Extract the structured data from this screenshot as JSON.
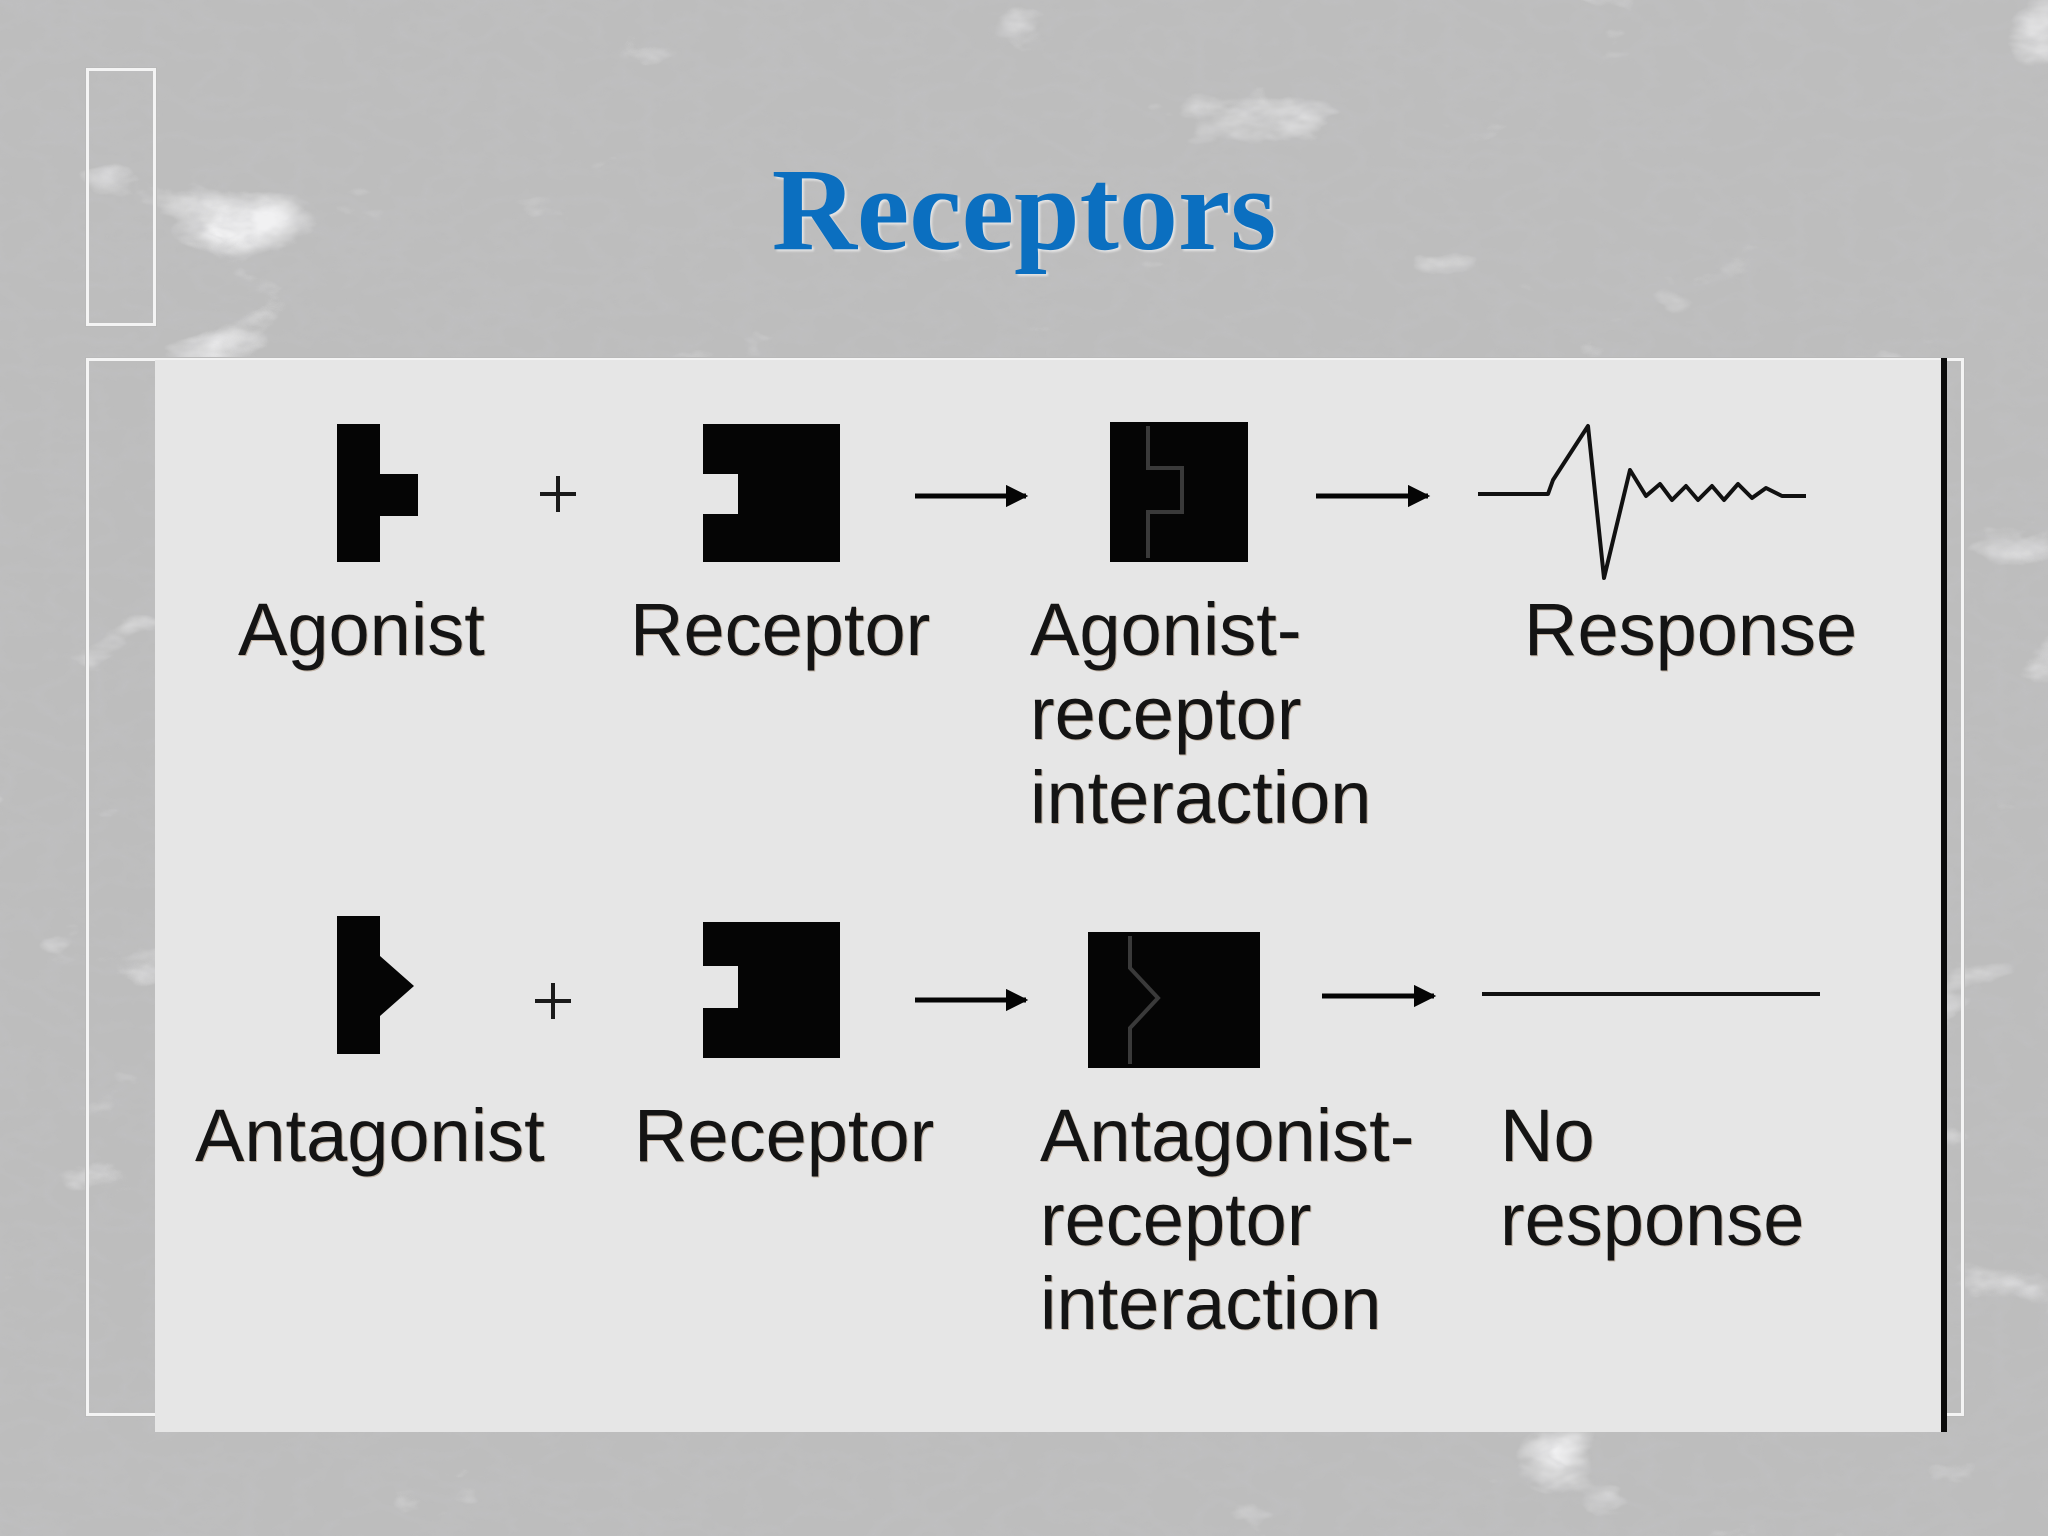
{
  "title": "Receptors",
  "rows": [
    {
      "ligand_label": "Agonist",
      "plus": "+",
      "receptor_label": "Receptor",
      "complex_label": [
        "Agonist-",
        "receptor",
        "interaction"
      ],
      "result_label": "Response"
    },
    {
      "ligand_label": "Antagonist",
      "plus": "+",
      "receptor_label": "Receptor",
      "complex_label": [
        "Antagonist-",
        "receptor",
        "interaction"
      ],
      "result_label": [
        "No",
        "response"
      ]
    }
  ],
  "colors": {
    "title": "#0b6fc0",
    "panel": "#e6e6e6",
    "shape": "#050505",
    "text": "#141414"
  },
  "icons": {
    "agonist": "agonist-shape-icon",
    "antagonist": "antagonist-shape-icon",
    "receptor": "receptor-shape-icon",
    "response": "response-wave-icon",
    "no_response": "flat-line-icon"
  }
}
